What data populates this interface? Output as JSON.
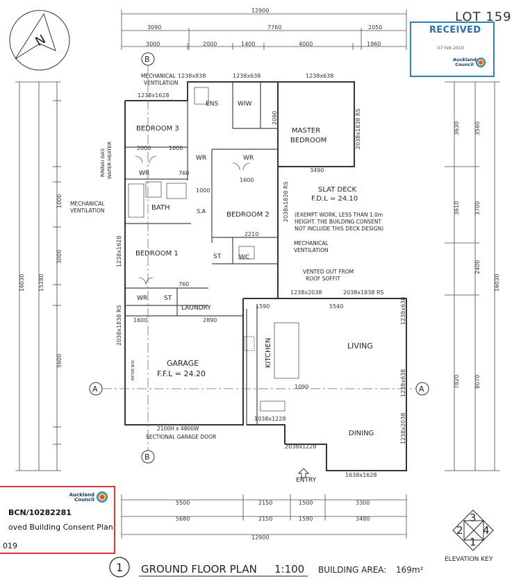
{
  "lot_label": "LOT 159",
  "received_stamp": {
    "title": "RECEIVED",
    "date": "07 Feb 2019",
    "council": "Auckland Council"
  },
  "consent_stamp": {
    "council": "Auckland Council",
    "number": "BCN/10282281",
    "description": "oved Building Consent Plan",
    "year_fragment": "019"
  },
  "plan_title": {
    "number": "1",
    "title": "GROUND FLOOR PLAN",
    "scale": "1:100",
    "area_label": "BUILDING AREA:",
    "area_value": "169m²"
  },
  "elevation_key": {
    "label": "ELEVATION KEY",
    "n1": "1",
    "n2": "2",
    "n3": "3",
    "n4": "4"
  },
  "section_markers": {
    "a": "A",
    "b": "B"
  },
  "rooms": {
    "bedroom3": "BEDROOM 3",
    "ens": "ENS",
    "wiw": "WIW",
    "master1": "MASTER",
    "master2": "BEDROOM",
    "wr1": "WR",
    "wr2": "WR",
    "wr3": "WR",
    "wr4": "WR",
    "bath": "BATH",
    "bedroom2": "BEDROOM 2",
    "sa": "S.A",
    "bedroom1": "BEDROOM 1",
    "st1": "ST",
    "st2": "ST",
    "wc": "WC",
    "laundry": "LAUNDRY",
    "garage": "GARAGE",
    "ffl": "F.F.L = 24.20",
    "kitchen": "KITCHEN",
    "living": "LIVING",
    "dining": "DINING",
    "slat1": "SLAT DECK",
    "slat2": "F.D.L = 24.10",
    "entry": "ENTRY"
  },
  "notes": {
    "mech1": "MECHANICAL",
    "mech1b": "VENTILATION",
    "mech2": "MECHANICAL",
    "mech2b": "VENTILATION",
    "mech3": "MECHANICAL",
    "mech3b": "VENTILATION",
    "rinnai1": "RINNAI GAS",
    "rinnai2": "WATER HEATER",
    "exempt1": "(EXEMPT WORK, LESS THAN 1.0m",
    "exempt2": "HEIGHT. THE BUILDING CONSENT",
    "exempt3": "NOT INCLUDE THIS DECK DESIGN)",
    "vented1": "VENTED OUT FROM",
    "vented2": "ROOF SOFFIT",
    "garage_door1": "2100H x 4800W",
    "garage_door2": "SECTIONAL GARAGE DOOR",
    "meter": "METER BOX"
  },
  "dimensions": {
    "top_total": "12900",
    "top_a": "3090",
    "top_b": "7760",
    "top_c": "2050",
    "top2_a": "3000",
    "top2_b": "2000",
    "top2_c": "1400",
    "top2_d": "4000",
    "top2_e": "1960",
    "bot_a": "5500",
    "bot_b": "2150",
    "bot_c": "1500",
    "bot_d": "3300",
    "bot2_a": "5680",
    "bot2_b": "2150",
    "bot2_c": "1590",
    "bot2_d": "3480",
    "bot_total": "12900",
    "left_total": "16030",
    "left_a": "15280",
    "left_b": "5600",
    "left_c": "3000",
    "left_d": "1000",
    "right_a": "3630",
    "right_b": "3560",
    "right_c": "3610",
    "right_d": "3700",
    "right_e": "2400",
    "right_f": "7820",
    "right_g": "8070",
    "right_total": "16030",
    "w1238x838a": "1238x838",
    "w1238x638a": "1238x638",
    "w1238x638b": "1238x638",
    "w1238x1628a": "1238x1628",
    "w2038x1838a": "2038x1838 RS",
    "w3490": "3490",
    "w2038x1838b": "2038x1838 RS",
    "w2210": "2210",
    "w1238x2038": "1238x2038",
    "w2038x1838c": "2038x1838 RS",
    "w1238x638c": "1238x638",
    "w1590": "1590",
    "w5540": "5540",
    "w1600": "1600",
    "w2890": "2890",
    "w1090": "1090",
    "w1038x1228": "1038x1228",
    "w2038x1228": "2038x1228",
    "w1638x1628": "1638x1628",
    "w1238x638d": "1238x638",
    "w1238x2038b": "1238x2038",
    "w2038x1838d": "2038x1838 RS",
    "w1238x1628b": "1238x1628",
    "w2000": "2000",
    "w1000": "1000",
    "w760a": "760",
    "w760b": "760",
    "w1600b": "1600",
    "w2090": "2090",
    "w1000b": "1000"
  }
}
